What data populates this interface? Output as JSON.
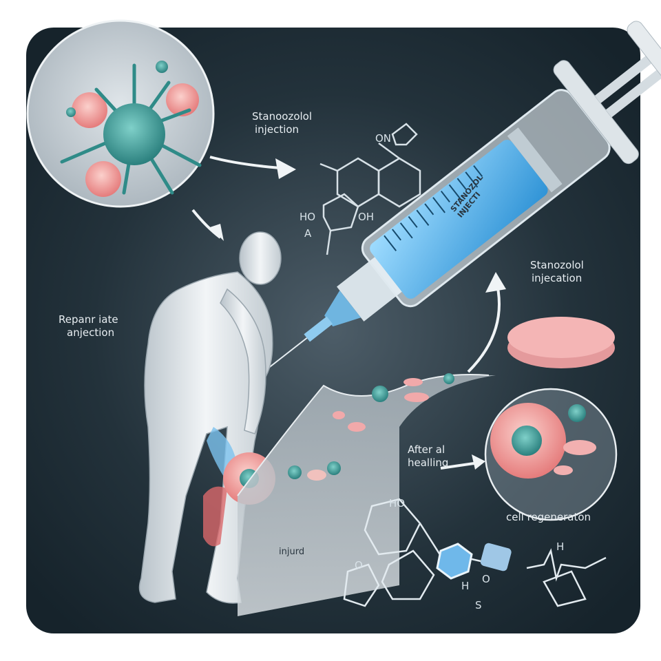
{
  "labels": {
    "top_injection": [
      "Stanoozolol",
      "injection"
    ],
    "right_injection": [
      "Stanozolol",
      "injecation"
    ],
    "left_note": [
      "Repanr iate",
      "anjection"
    ],
    "healing": [
      "After al",
      "healling"
    ],
    "cell_regeneration": "cell regeneraton",
    "injury": "injurd",
    "syringe_label": [
      "STANOZOL",
      "INJECTI"
    ]
  },
  "chem_labels": {
    "on": "ON",
    "ho": "HO",
    "oh": "OH",
    "a": "A",
    "ho_bottom": "HO",
    "o_left": "O",
    "h_mid": "H",
    "o_mid": "O",
    "s": "S",
    "h_right": "H"
  },
  "colors": {
    "background_center": "#4d5d68",
    "background_edge": "#16232b",
    "cell_teal": "#3fa3a0",
    "tissue_pink": "#f0a8a8",
    "liquid_blue": "#3aa7e6"
  }
}
